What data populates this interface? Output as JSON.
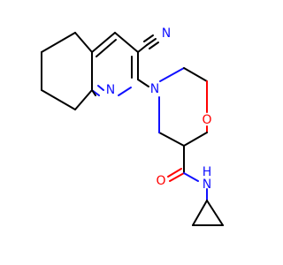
{
  "molecule": {
    "atoms": {
      "n_nitrile": "N",
      "n_pyridine": "N",
      "n_morpholine": "N",
      "o_morpholine": "O",
      "o_carbonyl": "O",
      "nh_amide": "H",
      "n_amide": "N"
    },
    "colors": {
      "carbon": "#000000",
      "nitrogen": "#1010ff",
      "oxygen": "#ff0000",
      "background": "#ffffff"
    }
  }
}
